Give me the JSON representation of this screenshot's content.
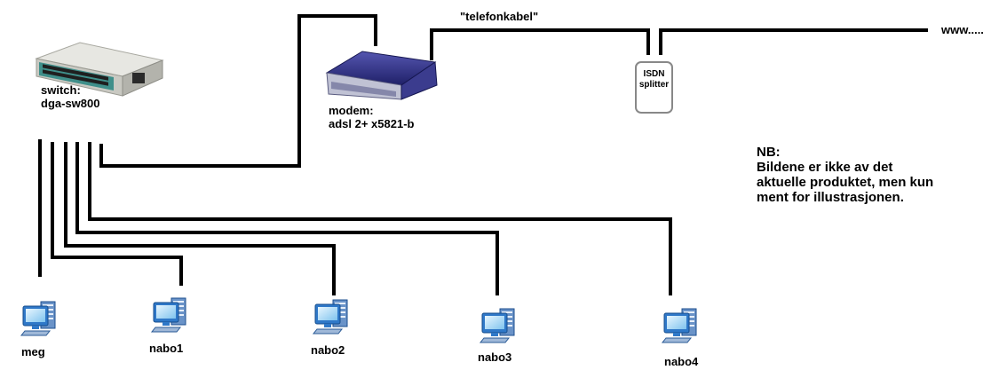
{
  "devices": {
    "switch": {
      "label_line1": "switch:",
      "label_line2": "dga-sw800"
    },
    "modem": {
      "label_line1": "modem:",
      "label_line2": "adsl 2+ x5821-b"
    },
    "splitter": {
      "label_line1": "ISDN",
      "label_line2": "splitter"
    }
  },
  "cable_label": "\"telefonkabel\"",
  "internet_label": "www.....",
  "note": {
    "title": "NB:",
    "line1": "Bildene er ikke av det",
    "line2": "aktuelle produktet, men kun",
    "line3": "ment for illustrasjonen."
  },
  "computers": [
    {
      "label": "meg"
    },
    {
      "label": "nabo1"
    },
    {
      "label": "nabo2"
    },
    {
      "label": "nabo3"
    },
    {
      "label": "nabo4"
    }
  ],
  "colors": {
    "cable": "#000000",
    "switch_body": "#e4e4de",
    "switch_face": "#3f8f8a",
    "modem_body": "#2e2f86",
    "monitor_frame": "#2f78c8",
    "screen": "#c9e8fb"
  },
  "icons": {
    "switch": "network-switch-icon",
    "modem": "adsl-modem-icon",
    "splitter": "isdn-splitter-icon",
    "computer": "computer-icon"
  }
}
